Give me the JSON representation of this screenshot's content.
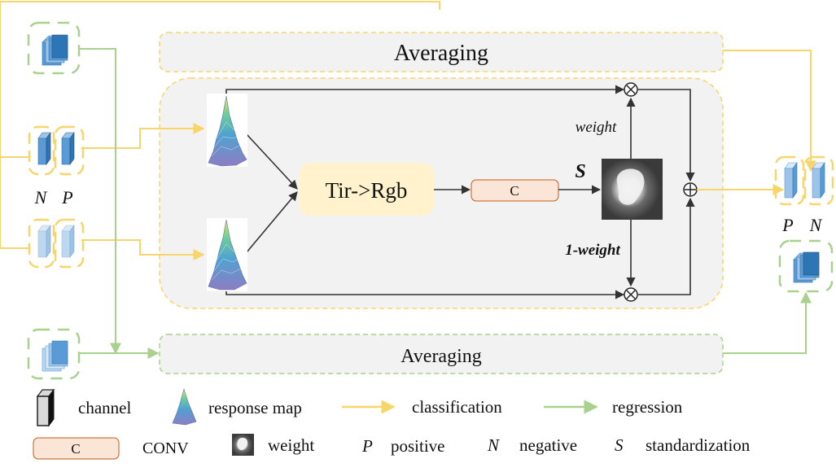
{
  "blocks": {
    "averaging_top": "Averaging",
    "averaging_bottom": "Averaging",
    "tir_rgb": "Tir->Rgb",
    "conv_c": "C",
    "s_label": "S",
    "weight_label": "weight",
    "one_minus_weight_label": "1-weight"
  },
  "labels": {
    "left_n": "N",
    "left_p": "P",
    "right_p": "P",
    "right_n": "N"
  },
  "legend": {
    "channel": "channel",
    "response_map": "response map",
    "classification": "classification",
    "regression": "regression",
    "conv_symbol": "C",
    "conv": "CONV",
    "weight": "weight",
    "p_symbol": "P",
    "positive": "positive",
    "n_symbol": "N",
    "negative": "negative",
    "s_symbol": "S",
    "standardization": "standardization"
  },
  "colors": {
    "classification": "#f7d56b",
    "regression": "#a9d18e",
    "dashed_yellow": "#f7d56b",
    "dashed_green": "#a9d18e",
    "panel_fill": "#f2f2f2",
    "tir_fill": "#fff2cc",
    "conv_fill": "#fbe5d6",
    "conv_stroke": "#c55a11",
    "channel_dark": "#2e75b6",
    "channel_light": "#9dc3e6"
  },
  "icons": [
    "multiply-icon",
    "add-icon",
    "response-map-icon",
    "channel-icon",
    "weight-map-icon"
  ]
}
